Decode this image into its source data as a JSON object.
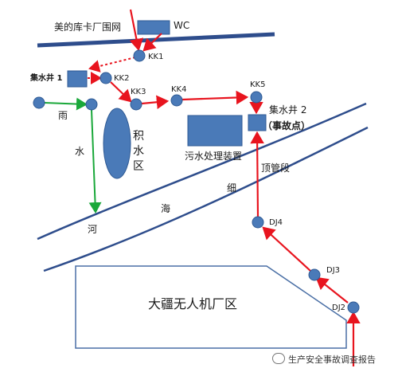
{
  "labels": {
    "fence": "美的库卡厂围网",
    "wc": "WC",
    "kk1": "KK1",
    "kk2": "KK2",
    "kk3": "KK3",
    "kk4": "KK4",
    "kk5": "KK5",
    "well1": "集水井 1",
    "well2": "集水井 2",
    "accident": "（事故点）",
    "rain_char": "雨",
    "water_char": "水",
    "river_char": "河",
    "ponding_1": "积",
    "ponding_2": "水",
    "ponding_3": "区",
    "sewage": "污水处理装置",
    "pipe_jacking": "顶管段",
    "xi": "细",
    "hai": "海",
    "dj4": "DJ4",
    "dj3": "DJ3",
    "dj2": "DJ2",
    "factory": "大疆无人机厂区"
  },
  "watermark": "生产安全事故调查报告",
  "colors": {
    "node_fill": "#4a7ab8",
    "node_stroke": "#2f5a94",
    "fence": "#2e4d8c",
    "arrow_red": "#e8141e",
    "arrow_green": "#1aa83a",
    "river": "#2e4d8c",
    "outline": "#4a6fa5"
  }
}
